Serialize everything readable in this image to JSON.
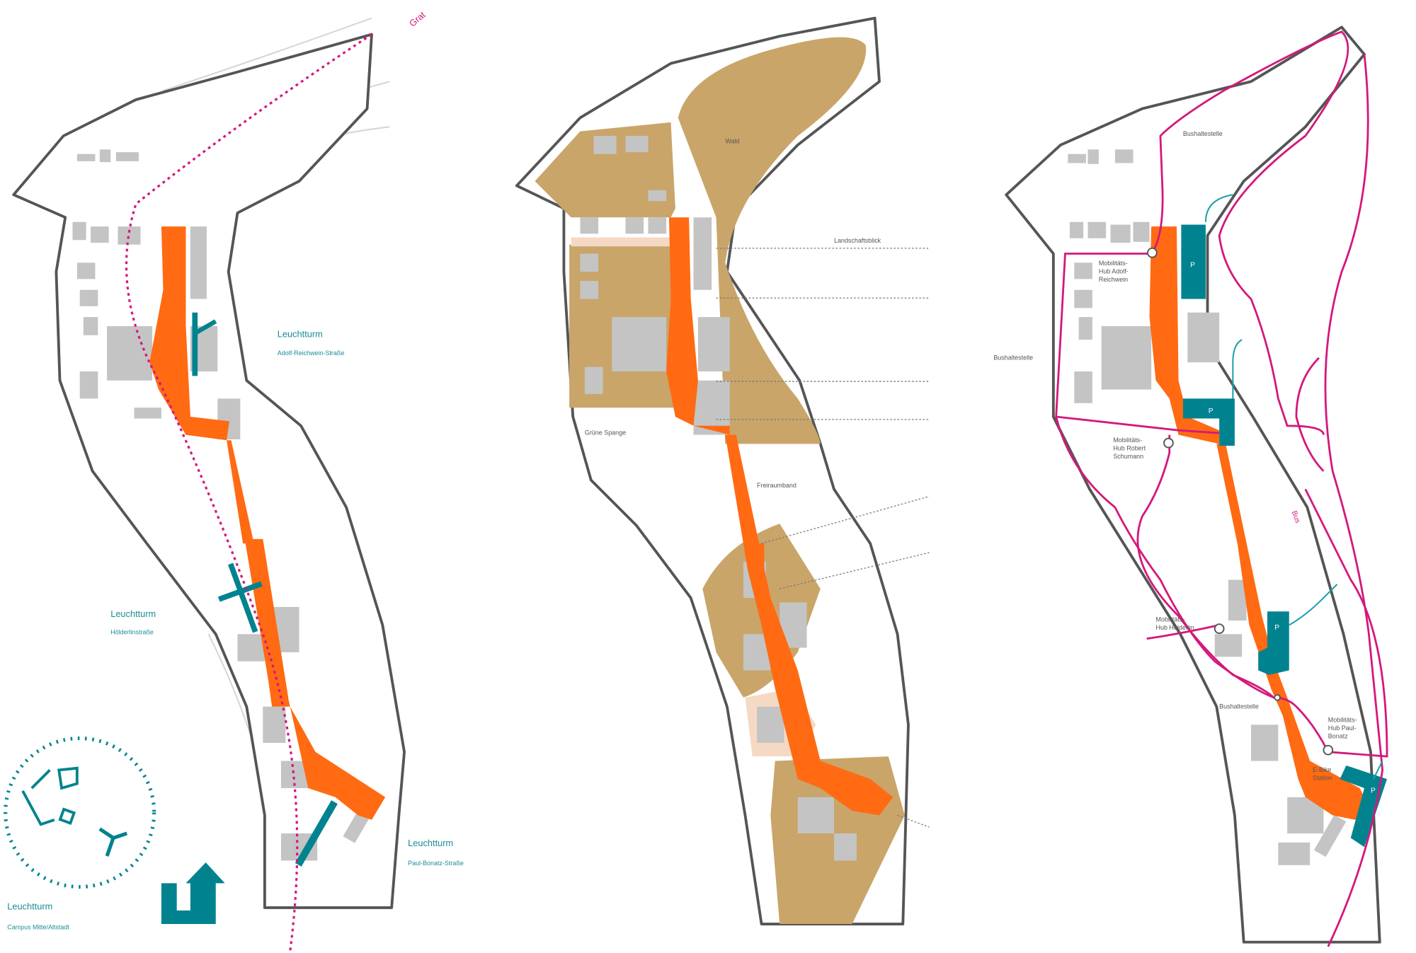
{
  "colors": {
    "corridor": "#ff6a13",
    "lighthouse": "#00838f",
    "ridge": "#d4187c",
    "landscape": "#c9a56a",
    "buildings": "#c4c4c4",
    "outline": "#555555"
  },
  "panel1": {
    "ridge_label": "Grat",
    "lighthouses": [
      {
        "title": "Leuchtturm",
        "subtitle": "Adolf-Reichwein-Straße"
      },
      {
        "title": "Leuchtturm",
        "subtitle": "Hölderlinstraße"
      },
      {
        "title": "Leuchtturm",
        "subtitle": "Paul-Bonatz-Straße"
      },
      {
        "title": "Leuchtturm",
        "subtitle": "Campus Mitte/Altstadt"
      }
    ],
    "logo_text": "u"
  },
  "panel2": {
    "labels": {
      "forest": "Wald",
      "view": "Landschaftsblick",
      "green_link": "Grüne Spange",
      "open_band": "Freiraumband"
    }
  },
  "panel3": {
    "bus_stop_top": "Bushaltestelle",
    "bus_stop_left": "Bushaltestelle",
    "bus_stop_mid": "Bushaltestelle",
    "hubs": [
      {
        "line1": "Mobilitäts-",
        "line2": "Hub Adolf-",
        "line3": "Reichwein"
      },
      {
        "line1": "Mobilitäts-",
        "line2": "Hub Robert",
        "line3": "Schumann"
      },
      {
        "line1": "Mobilitäts-",
        "line2": "Hub Hölderlin",
        "line3": ""
      },
      {
        "line1": "Mobilitäts-",
        "line2": "Hub Paul-",
        "line3": "Bonatz"
      }
    ],
    "ebike": {
      "line1": "E-Bike",
      "line2": "Station"
    },
    "bus_label": "Bus",
    "parking": "P"
  }
}
